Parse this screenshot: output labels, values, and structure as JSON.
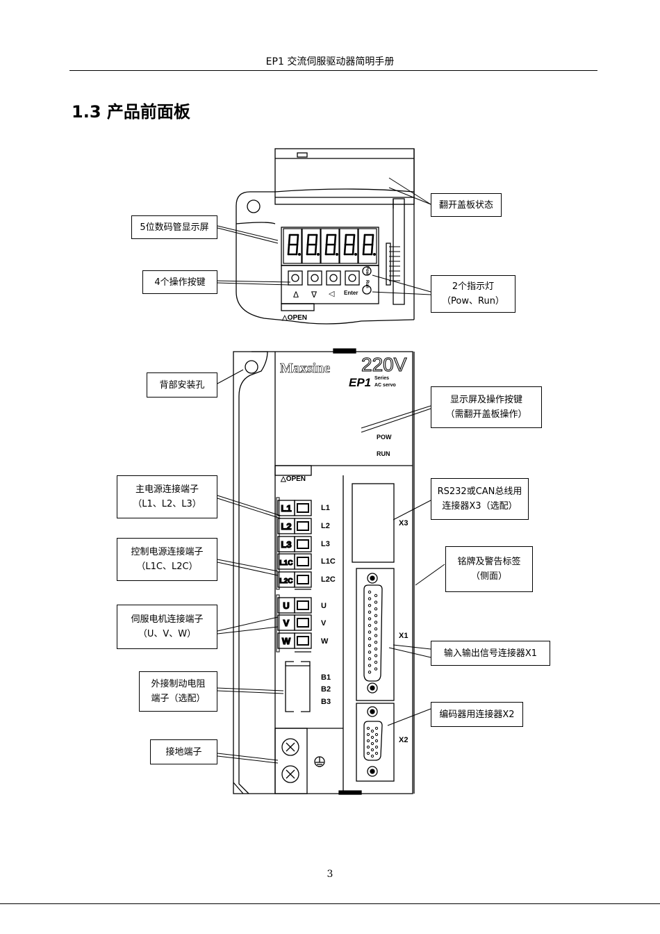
{
  "header": {
    "title": "EP1 交流伺服驱动器简明手册"
  },
  "section": {
    "title": "1.3 产品前面板"
  },
  "top_panel": {
    "digits": "88888",
    "key_symbols": [
      "Δ",
      "∇",
      "◁",
      "Enter"
    ],
    "pow": "Pow",
    "run": "Run",
    "open": "△OPEN"
  },
  "front_panel": {
    "brand": "Maxsine",
    "voltage": "220V",
    "model": "EP1",
    "series_line1": "Series",
    "series_line2": "AC servo",
    "pow": "POW",
    "run": "RUN",
    "open": "△OPEN",
    "power_terminals": [
      "L1",
      "L2",
      "L3",
      "L1C",
      "L2C"
    ],
    "motor_terminals": [
      "U",
      "V",
      "W"
    ],
    "brake_terminals": [
      "B1",
      "B2",
      "B3"
    ],
    "x1": "X1",
    "x2": "X2",
    "x3": "X3"
  },
  "labels": {
    "flip_cover": "翻开盖板状态",
    "display": "5位数码管显示屏",
    "keys": "4个操作按键",
    "indicator_1": "2个指示灯",
    "indicator_2": "（Pow、Run）",
    "mount_hole": "背部安装孔",
    "display_keys_1": "显示屏及操作按键",
    "display_keys_2": "（需翻开盖板操作）",
    "main_power_1": "主电源连接端子",
    "main_power_2": "（L1、L2、L3）",
    "rs232_1": "RS232或CAN总线用",
    "rs232_2": "连接器X3（选配）",
    "ctrl_power_1": "控制电源连接端子",
    "ctrl_power_2": "（L1C、L2C）",
    "nameplate_1": "铭牌及警告标签",
    "nameplate_2": "（侧面）",
    "motor_1": "伺服电机连接端子",
    "motor_2": "（U、V、W）",
    "io_connector": "输入输出信号连接器X1",
    "brake_1": "外接制动电阻",
    "brake_2": "端子（选配）",
    "encoder": "编码器用连接器X2",
    "ground": "接地端子"
  },
  "footer": {
    "page_number": "3"
  }
}
